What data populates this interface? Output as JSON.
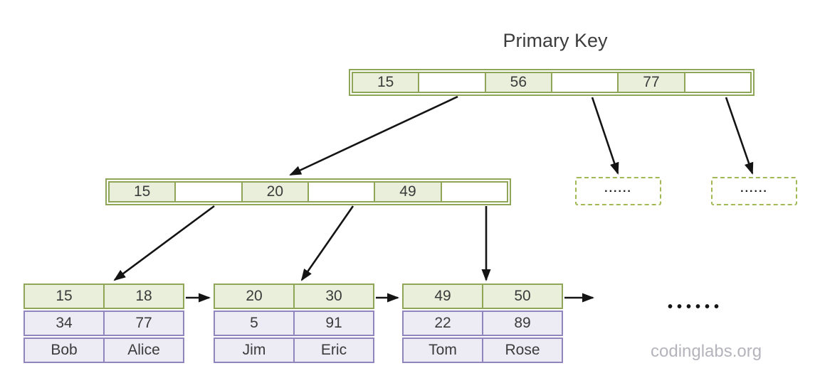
{
  "title": "Primary Key",
  "watermark": "codinglabs.org",
  "ellipsis": "••••••",
  "root": {
    "cells": [
      "15",
      "",
      "56",
      "",
      "77",
      ""
    ]
  },
  "internal": {
    "cells": [
      "15",
      "",
      "20",
      "",
      "49",
      ""
    ]
  },
  "dashed_boxes": [
    {
      "label": "......"
    },
    {
      "label": "......"
    }
  ],
  "leaves": [
    {
      "cells": [
        [
          "15",
          "18"
        ],
        [
          "34",
          "77"
        ],
        [
          "Bob",
          "Alice"
        ]
      ]
    },
    {
      "cells": [
        [
          "20",
          "30"
        ],
        [
          "5",
          "91"
        ],
        [
          "Jim",
          "Eric"
        ]
      ]
    },
    {
      "cells": [
        [
          "49",
          "50"
        ],
        [
          "22",
          "89"
        ],
        [
          "Tom",
          "Rose"
        ]
      ]
    }
  ],
  "colors": {
    "node_green_border": "#8fa557",
    "node_green_fill": "#e9efda",
    "leaf_purple_border": "#9185bd",
    "leaf_purple_fill": "#edebf4",
    "dashed_green": "#a2ba55",
    "arrow": "#141414",
    "text": "#3b3b3b",
    "watermark_gray": "#b5b4bc"
  }
}
